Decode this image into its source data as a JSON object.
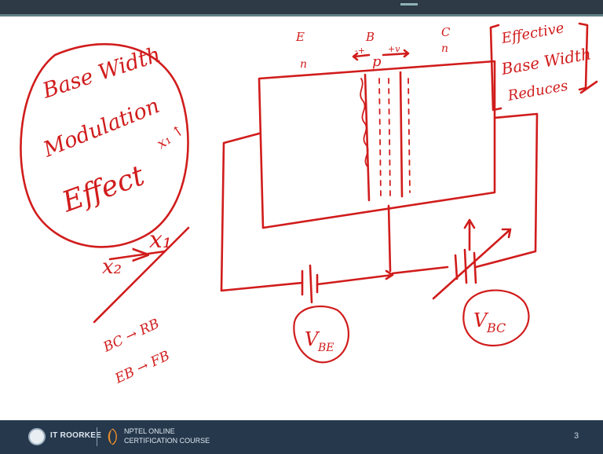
{
  "slide": {
    "annotations": {
      "title_line1": "Base Width",
      "title_line2": "Modulation",
      "title_line3": "Effect",
      "side_note": "x₁ ↑",
      "region_e": "E",
      "region_b": "B",
      "region_c": "C",
      "type_e": "n",
      "type_b": "p",
      "type_c": "n",
      "depletion_minus": "-+",
      "depletion_plus": "+v",
      "note_line1": "Effective",
      "note_line2": "Base Width",
      "note_line3": "Reduces",
      "compare_x2": "x₂",
      "compare_x1": "x₁",
      "bc_bias": "BC → RB",
      "eb_bias": "EB → FB",
      "vbe_label": "V",
      "vbe_sub": "BE",
      "vbc_label": "V",
      "vbc_sub": "BC"
    }
  },
  "footer": {
    "institute": "IT ROORKEE",
    "course_line1": "NPTEL ONLINE",
    "course_line2": "CERTIFICATION COURSE",
    "page_number": "3"
  },
  "colors": {
    "ink": "#d11c1c",
    "footer_bg": "#25384c",
    "topbar": "#2e3a46"
  },
  "icons": [
    "iit-roorkee-logo-icon",
    "nptel-logo-icon"
  ]
}
